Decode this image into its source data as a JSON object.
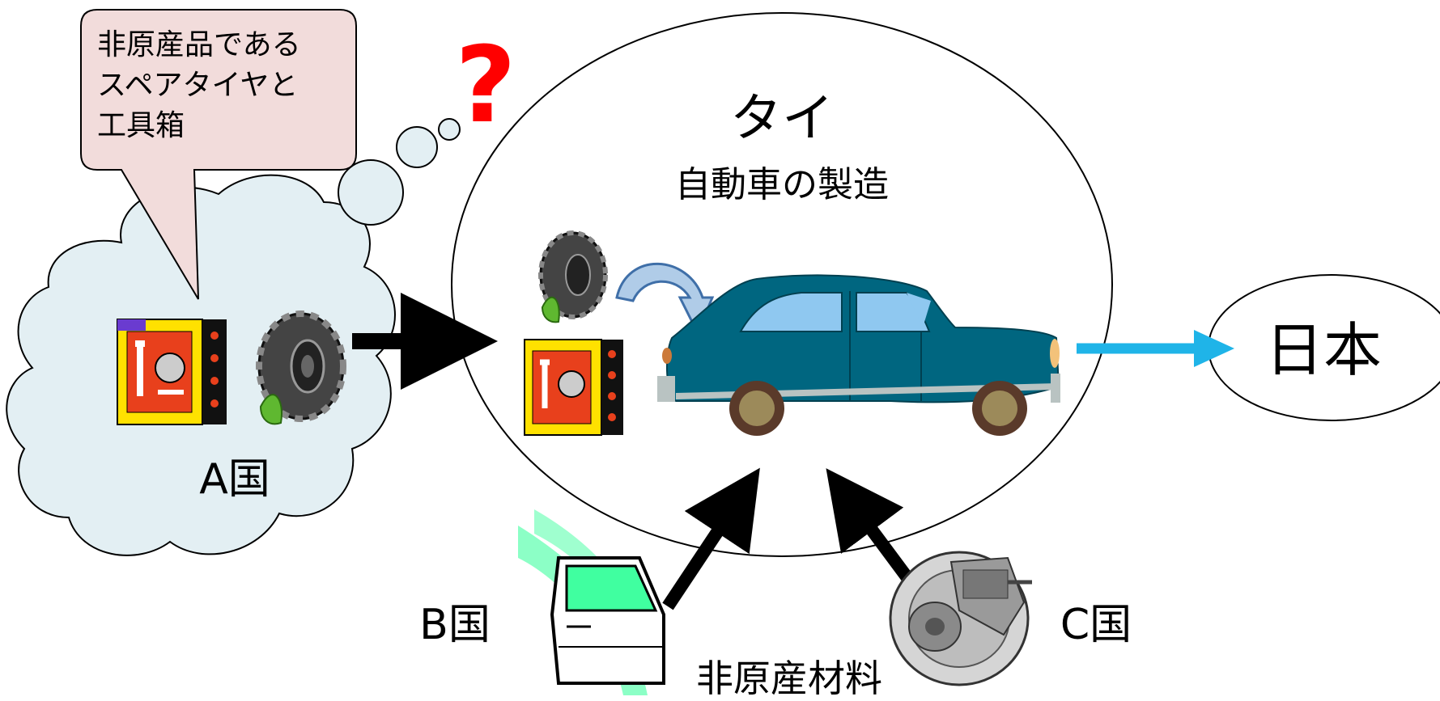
{
  "callout": {
    "line1": "非原産品である",
    "line2": "スペアタイヤと",
    "line3": "工具箱"
  },
  "question_mark": "?",
  "country_a": "A国",
  "thailand": {
    "title": "タイ",
    "subtitle": "自動車の製造"
  },
  "japan": "日本",
  "country_b": "B国",
  "country_c": "C国",
  "materials_label": "非原産材料",
  "colors": {
    "cloud_fill": "#e3eff3",
    "callout_fill": "#f2dcdb",
    "question_red": "#ff0000",
    "car_body": "#006680",
    "export_arrow": "#1fb4e8",
    "door_green": "#40ffa0"
  },
  "icons": [
    "toolbox-icon",
    "tire-icon",
    "car-icon",
    "car-door-icon",
    "brake-disc-icon"
  ]
}
